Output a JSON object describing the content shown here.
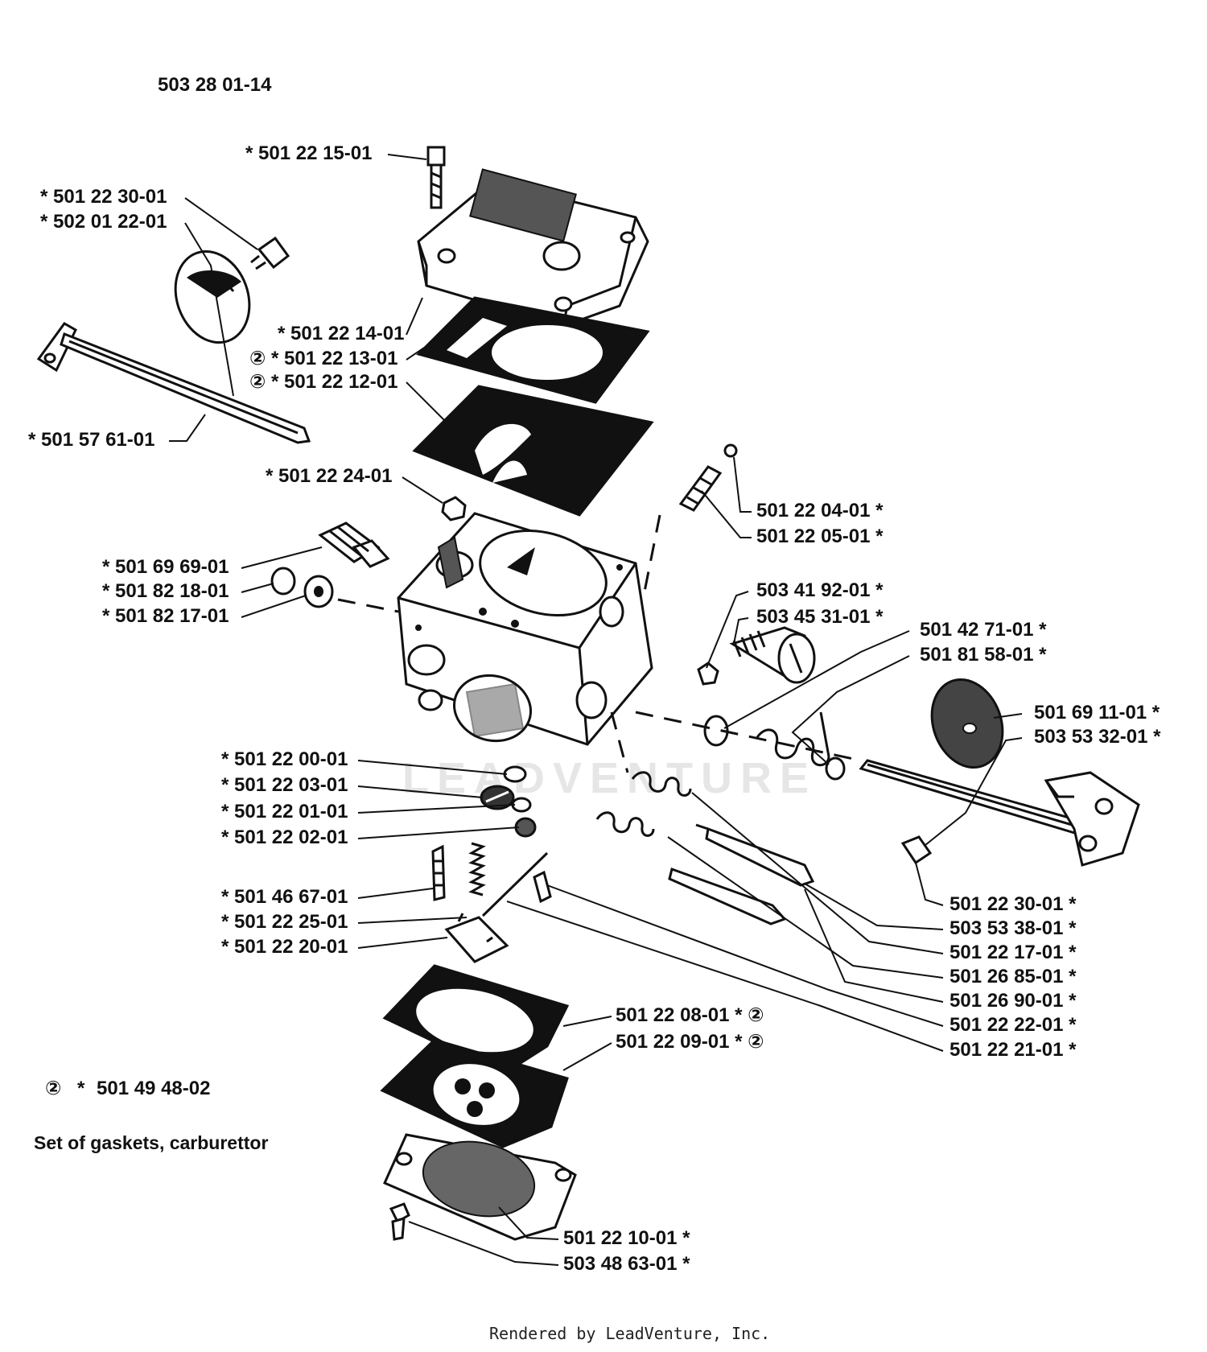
{
  "header": {
    "assembly_number": "503 28 01-14"
  },
  "legend": {
    "kit_symbol": "②",
    "kit_star": "*",
    "kit_number": "501 49 48-02",
    "kit_description": "Set of gaskets, carburettor"
  },
  "watermark": "LEADVENTURE",
  "footer": "Rendered by LeadVenture, Inc.",
  "labels": [
    {
      "id": "l01",
      "text": "* 501 22 15-01"
    },
    {
      "id": "l02",
      "text": "* 501 22 30-01"
    },
    {
      "id": "l03",
      "text": "* 502 01 22-01"
    },
    {
      "id": "l04",
      "text": "* 501 22 14-01"
    },
    {
      "id": "l05",
      "text": "② * 501 22 13-01"
    },
    {
      "id": "l06",
      "text": "② * 501 22 12-01"
    },
    {
      "id": "l07",
      "text": "* 501 57 61-01"
    },
    {
      "id": "l08",
      "text": "* 501 22 24-01"
    },
    {
      "id": "l09",
      "text": "501 22 04-01 *"
    },
    {
      "id": "l10",
      "text": "501 22 05-01 *"
    },
    {
      "id": "l11",
      "text": "* 501 69 69-01"
    },
    {
      "id": "l12",
      "text": "* 501 82 18-01"
    },
    {
      "id": "l13",
      "text": "* 501 82 17-01"
    },
    {
      "id": "l14",
      "text": "503 41 92-01 *"
    },
    {
      "id": "l15",
      "text": "503 45 31-01 *"
    },
    {
      "id": "l16",
      "text": "501 42 71-01 *"
    },
    {
      "id": "l17",
      "text": "501 81 58-01 *"
    },
    {
      "id": "l18",
      "text": "501 69 11-01 *"
    },
    {
      "id": "l19",
      "text": "503 53 32-01 *"
    },
    {
      "id": "l20",
      "text": "* 501 22 00-01"
    },
    {
      "id": "l21",
      "text": "* 501 22 03-01"
    },
    {
      "id": "l22",
      "text": "* 501 22 01-01"
    },
    {
      "id": "l23",
      "text": "* 501 22 02-01"
    },
    {
      "id": "l24",
      "text": "* 501 46 67-01"
    },
    {
      "id": "l25",
      "text": "* 501 22 25-01"
    },
    {
      "id": "l26",
      "text": "* 501 22 20-01"
    },
    {
      "id": "l27",
      "text": "501 22 30-01 *"
    },
    {
      "id": "l28",
      "text": "503 53 38-01 *"
    },
    {
      "id": "l29",
      "text": "501 22 17-01 *"
    },
    {
      "id": "l30",
      "text": "501 26 85-01 *"
    },
    {
      "id": "l31",
      "text": "501 26 90-01 *"
    },
    {
      "id": "l32",
      "text": "501 22 22-01 *"
    },
    {
      "id": "l33",
      "text": "501 22 21-01 *"
    },
    {
      "id": "l34",
      "text": "501 22 08-01 * ②"
    },
    {
      "id": "l35",
      "text": "501 22 09-01 * ②"
    },
    {
      "id": "l36",
      "text": "501 22 10-01 *"
    },
    {
      "id": "l37",
      "text": "503 48 63-01 *"
    }
  ]
}
